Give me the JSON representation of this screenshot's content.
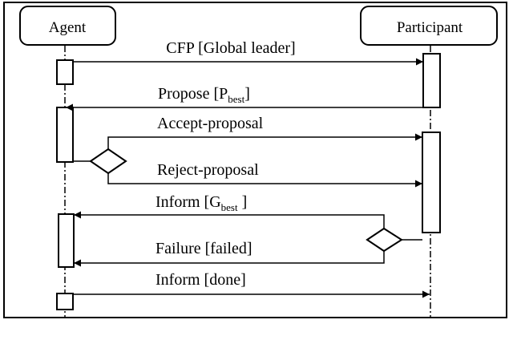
{
  "participants": {
    "agent": "Agent",
    "participant": "Participant"
  },
  "messages": {
    "cfp": "CFP [Global leader]",
    "propose_pre": "Propose [P",
    "propose_sub": "best",
    "propose_post": "]",
    "accept": "Accept-proposal",
    "reject": "Reject-proposal",
    "inform_pre": "Inform [G",
    "inform_sub": "best",
    "inform_post": " ]",
    "failure": "Failure [failed]",
    "inform_done": "Inform [done]"
  }
}
